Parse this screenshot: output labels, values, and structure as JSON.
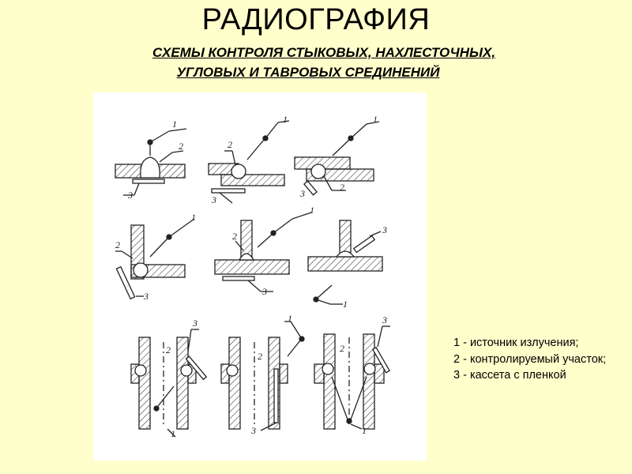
{
  "title": "РАДИОГРАФИЯ",
  "subtitle": {
    "line1": "СХЕМЫ КОНТРОЛЯ СТЫКОВЫХ, НАХЛЕСТОЧНЫХ,",
    "line2": "УГЛОВЫХ И ТАВРОВЫХ СРЕДИНЕНИЙ"
  },
  "legend": [
    "1 - источник излучения;",
    "2 - контролируемый участок;",
    "3 - кассета с пленкой"
  ],
  "diagram_labels": {
    "one": "1",
    "two": "2",
    "three": "3"
  }
}
